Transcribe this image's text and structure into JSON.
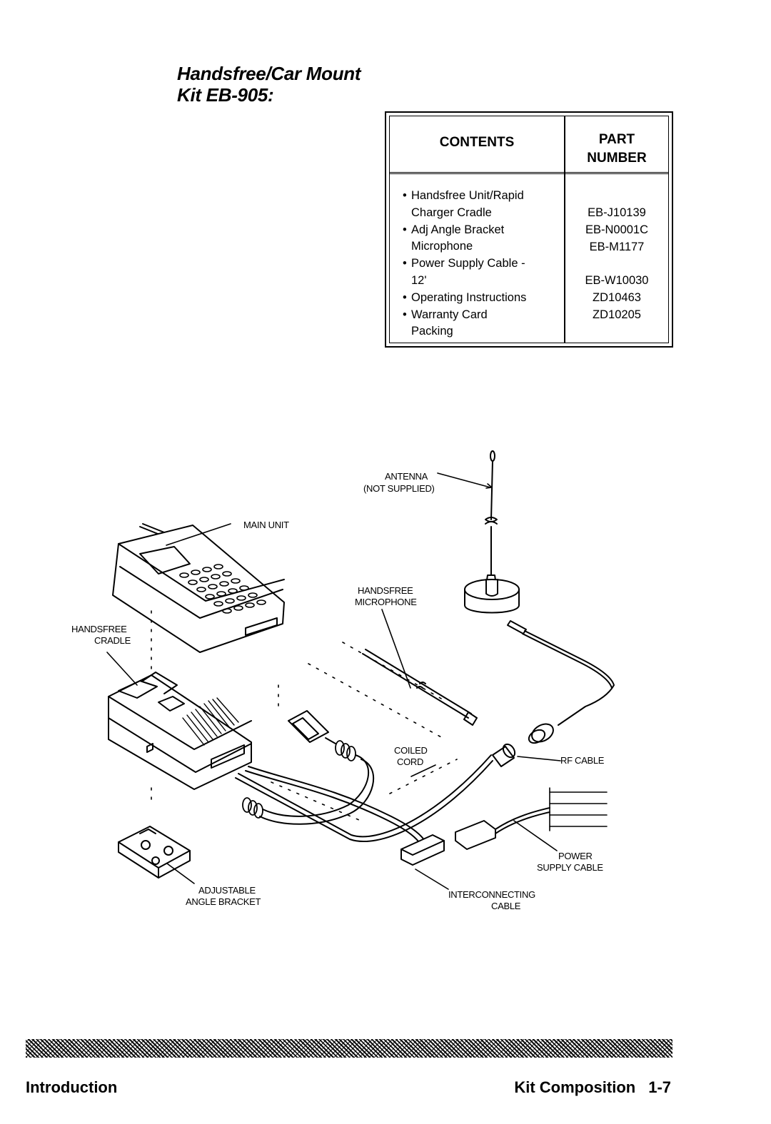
{
  "title": {
    "line1": "Handsfree/Car Mount",
    "line2": "Kit EB-905:"
  },
  "table": {
    "header_contents": "CONTENTS",
    "header_part_line1": "PART",
    "header_part_line2": "NUMBER",
    "items": [
      {
        "bullet": "•",
        "text": "Handsfree Unit/Rapid",
        "cont": "Charger Cradle"
      },
      {
        "bullet": "•",
        "text": "Adj  Angle Bracket",
        "cont": "Microphone"
      },
      {
        "bullet": "•",
        "text": "Power Supply Cable -",
        "cont": "12'"
      },
      {
        "bullet": "•",
        "text": "Operating  Instructions",
        "cont": ""
      },
      {
        "bullet": "•",
        "text": "Warranty Card",
        "cont": "Packing"
      }
    ],
    "part_numbers": [
      "EB-J10139",
      "EB-N0001C",
      "EB-M1177",
      "",
      "EB-W10030",
      "ZD10463",
      "ZD10205"
    ]
  },
  "diagram": {
    "labels": {
      "antenna_1": "ANTENNA",
      "antenna_2": "(NOT SUPPLIED)",
      "main_unit": "MAIN  UNIT",
      "hf_mic_1": "HANDSFREE",
      "hf_mic_2": "MICROPHONE",
      "hf_cradle_1": "HANDSFREE",
      "hf_cradle_2": "CRADLE",
      "coiled_1": "COILED",
      "coiled_2": "CORD",
      "rf_cable": "RF  CABLE",
      "power_1": "POWER",
      "power_2": "SUPPLY  CABLE",
      "bracket_1": "ADJUSTABLE",
      "bracket_2": "ANGLE  BRACKET",
      "inter_1": "INTERCONNECTING",
      "inter_2": "CABLE"
    }
  },
  "footer": {
    "left": "Introduction",
    "right": "Kit Composition",
    "page": "1-7"
  }
}
